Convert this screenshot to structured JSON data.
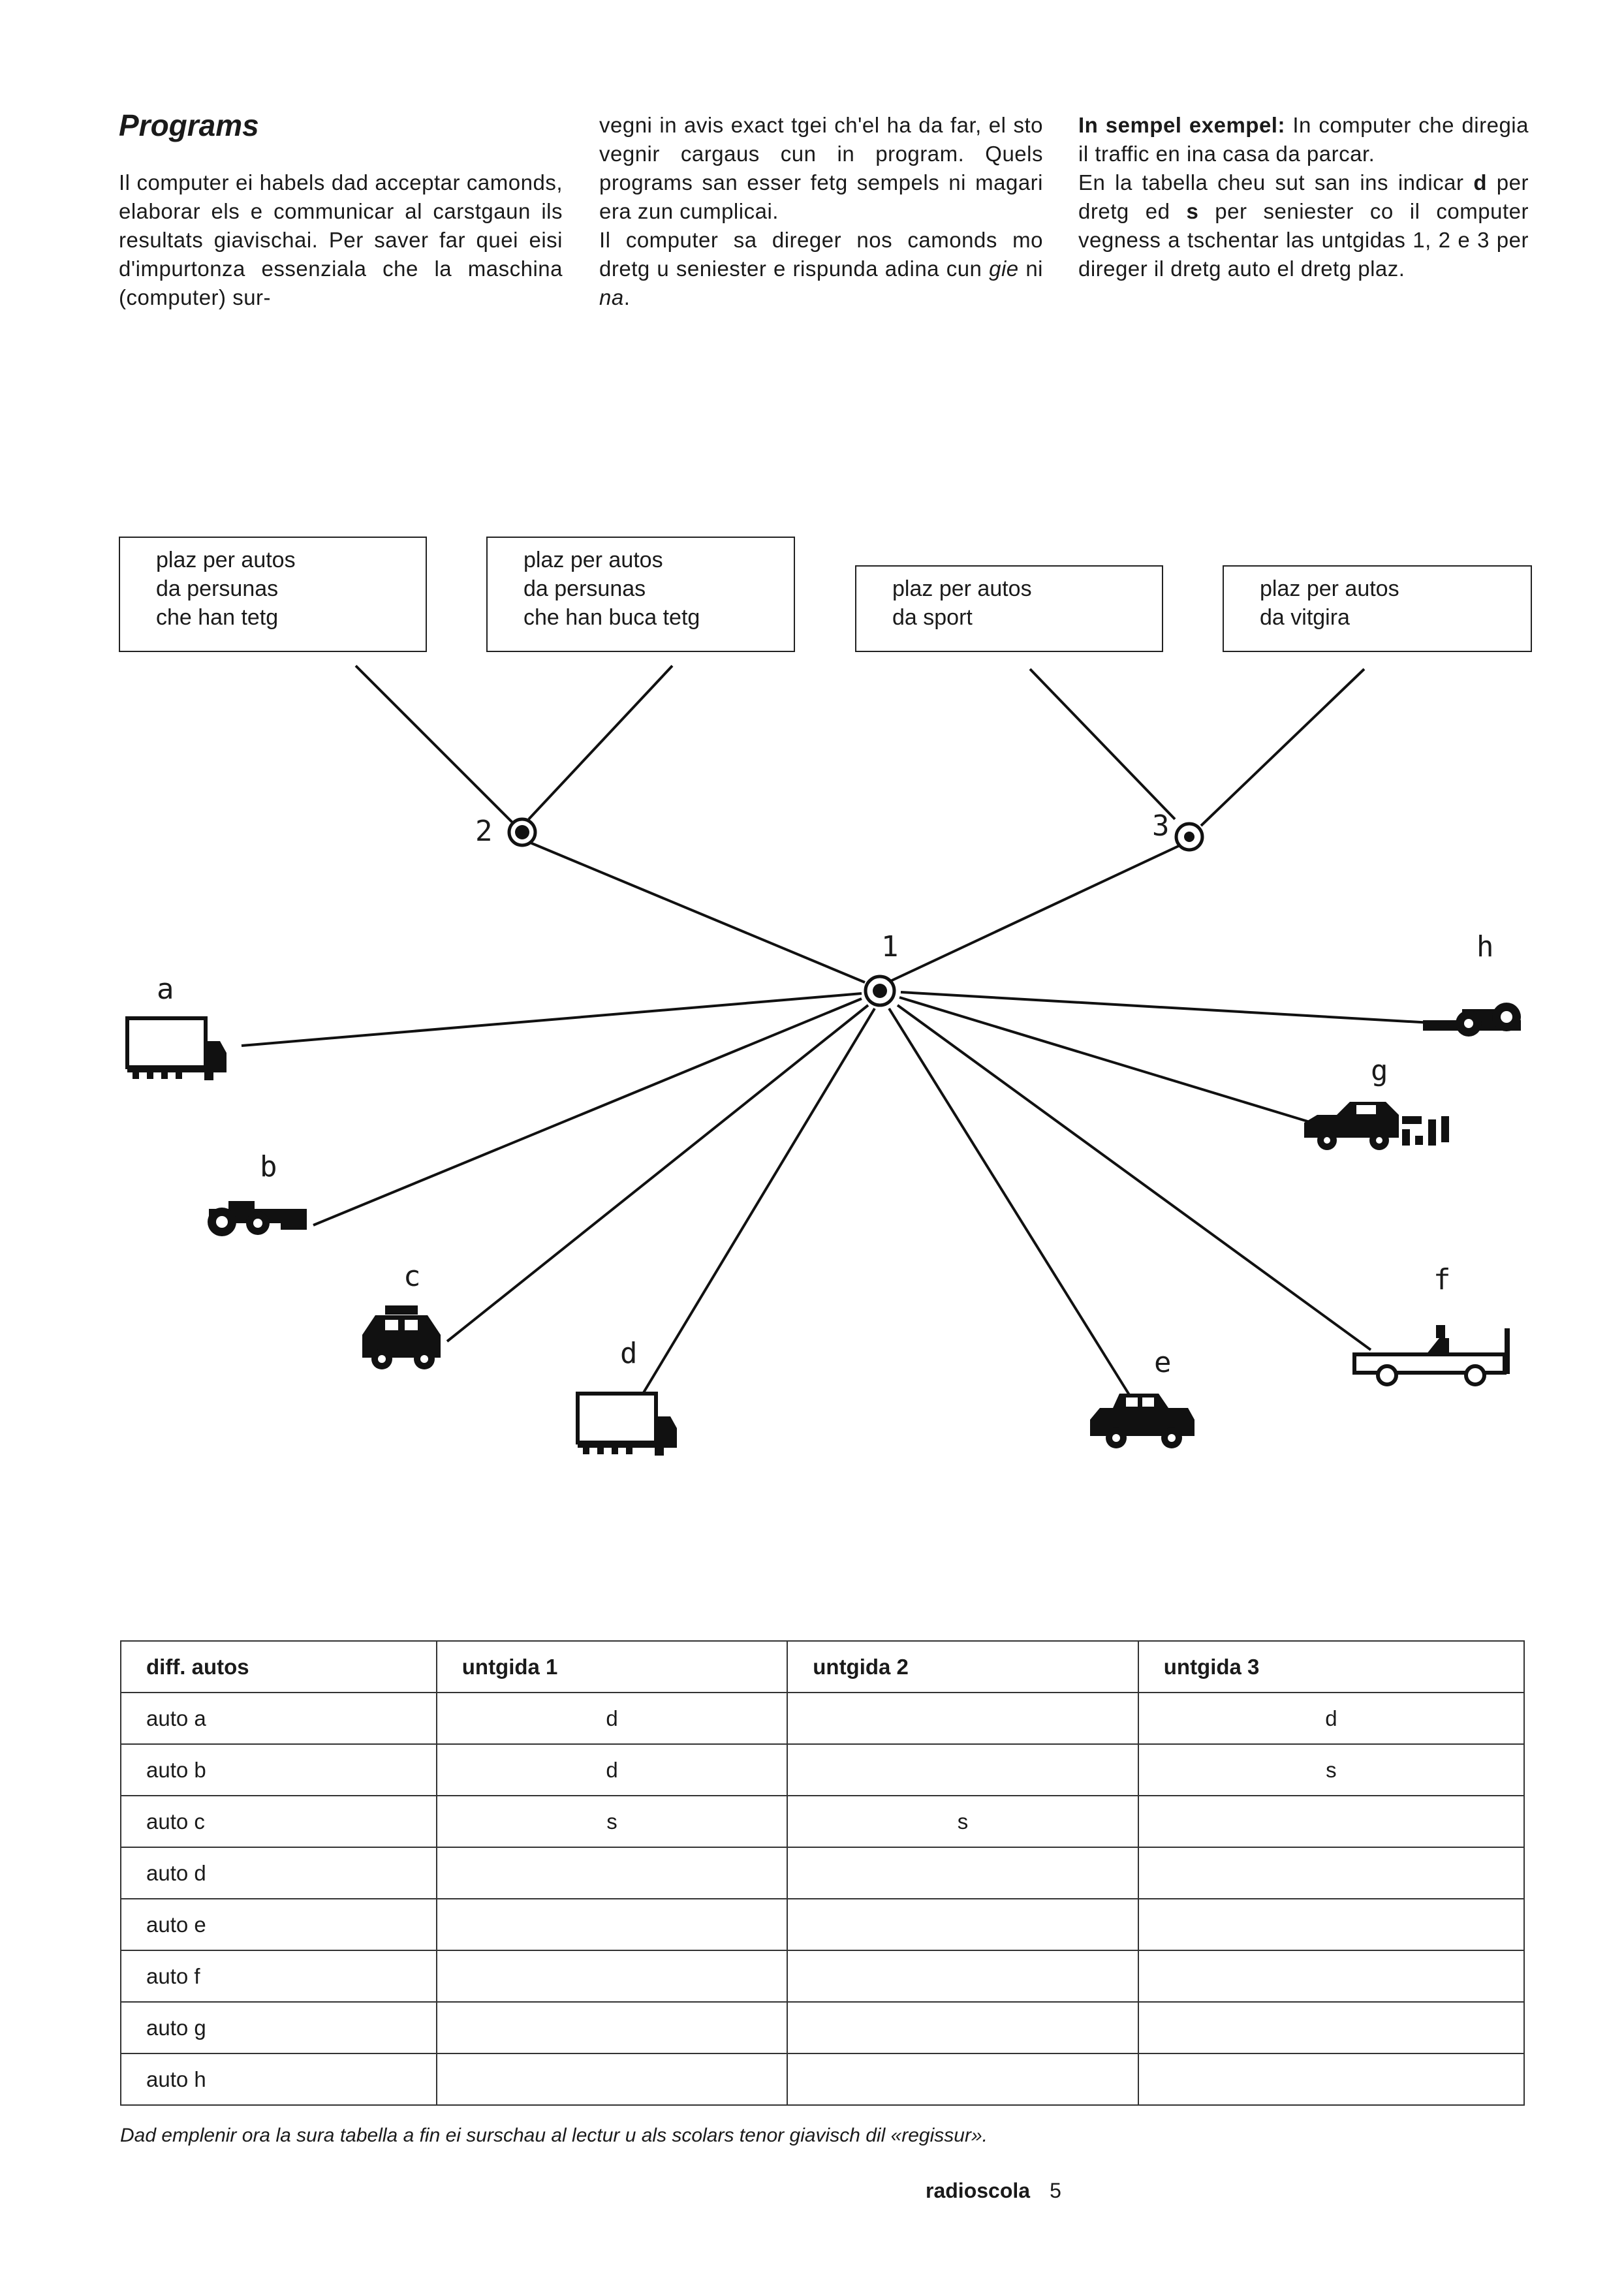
{
  "heading": "Programs",
  "col1": {
    "text": "Il computer ei habels dad acceptar camonds, elaborar els e communicar al carstgaun ils resultats giavischai. Per saver far quei eisi d'impurtonza essenziala che la maschina (computer) sur-"
  },
  "col2": {
    "p1": "vegni in avis exact tgei ch'el ha da far, el sto vegnir cargaus cun in program. Quels programs san esser fetg sempels ni magari era zun cumplicai.",
    "p2_start": "Il computer sa direger nos camonds mo dretg u seniester e rispunda adina cun ",
    "gie": "gie",
    "ni": " ni ",
    "na": "na",
    "period": "."
  },
  "col3": {
    "lead": "In sempel exempel:",
    "p1_rest": " In computer che diregia il traffic en ina casa da parcar.",
    "p2_a": "En la tabella cheu sut san ins indicar ",
    "d": "d",
    "p2_b": " per dretg ed ",
    "s": "s",
    "p2_c": " per seniester co il computer vegness a tschentar las untgidas 1, 2 e 3 per direger il dretg auto el dretg plaz."
  },
  "boxes": [
    {
      "l1": "plaz per autos",
      "l2": "da persunas",
      "l3": "che han tetg"
    },
    {
      "l1": "plaz per autos",
      "l2": "da persunas",
      "l3": "che han buca tetg"
    },
    {
      "l1": "plaz per autos",
      "l2": "da sport"
    },
    {
      "l1": "plaz per autos",
      "l2": "da vitgira"
    }
  ],
  "nodes": {
    "n1": "1",
    "n2": "2",
    "n3": "3"
  },
  "cars": {
    "a": "a",
    "b": "b",
    "c": "c",
    "d": "d",
    "e": "e",
    "f": "f",
    "g": "g",
    "h": "h"
  },
  "table": {
    "headers": [
      "diff. autos",
      "untgida 1",
      "untgida 2",
      "untgida 3"
    ],
    "rows": [
      [
        "auto a",
        "d",
        "",
        "d"
      ],
      [
        "auto b",
        "d",
        "",
        "s"
      ],
      [
        "auto c",
        "s",
        "s",
        ""
      ],
      [
        "auto d",
        "",
        "",
        ""
      ],
      [
        "auto e",
        "",
        "",
        ""
      ],
      [
        "auto f",
        "",
        "",
        ""
      ],
      [
        "auto g",
        "",
        "",
        ""
      ],
      [
        "auto h",
        "",
        "",
        ""
      ]
    ]
  },
  "caption": "Dad emplenir ora la sura tabella a fin ei surschau al lectur u als scolars tenor giavisch dil «regissur».",
  "footer": {
    "brand": "radioscola",
    "page": "5"
  }
}
